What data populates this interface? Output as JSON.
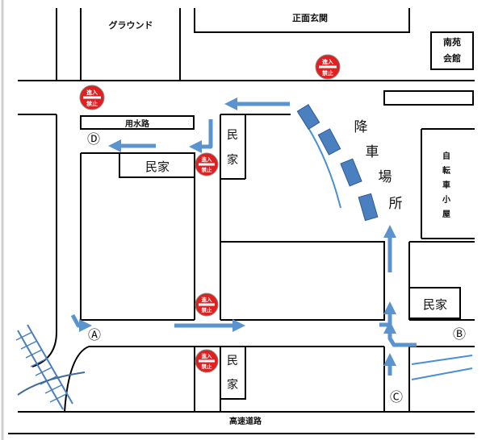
{
  "map": {
    "labels": {
      "ground": "グラウンド",
      "front_entrance": "正面玄関",
      "minami_en_kaikan_line1": "南苑",
      "minami_en_kaikan_line2": "会館",
      "yosuiro": "用水路",
      "minka": "民家",
      "minka_v_line1": "民",
      "minka_v_line2": "家",
      "kosha_ba_chars": [
        "降",
        "車",
        "場",
        "所"
      ],
      "jitensha_goya_chars": [
        "自",
        "転",
        "車",
        "小",
        "屋"
      ],
      "highway": "高速道路"
    },
    "markers": {
      "A": "Ⓐ",
      "B": "Ⓑ",
      "C": "Ⓒ",
      "D": "Ⓓ"
    },
    "no_entry_sign": {
      "line1": "進入",
      "line2": "禁止"
    },
    "colors": {
      "arrow": "#5b93cf",
      "dropoff_box": "#4a7fc0",
      "sign_red": "#e02020",
      "railway": "#4a7fc0",
      "river": "#4a8fd6",
      "line": "#000000"
    }
  }
}
